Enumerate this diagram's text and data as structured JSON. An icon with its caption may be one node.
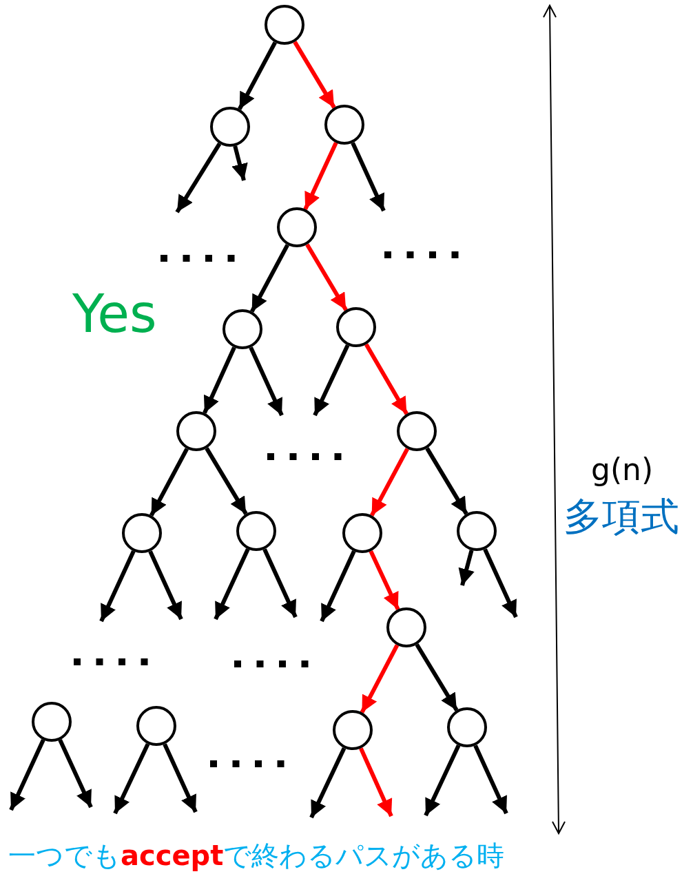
{
  "diagram": {
    "caption": "一つでも**accept**で終わるパスがある時",
    "nodes": [
      {
        "text": [],
        "shape": "circle"
      },
      {
        "text": [],
        "shape": "circle"
      },
      {
        "text": [],
        "shape": "circle"
      },
      {
        "text": [],
        "shape": "circle"
      },
      {
        "text": [],
        "shape": "circle"
      },
      {
        "text": [],
        "shape": "circle"
      },
      {
        "text": [],
        "shape": "circle"
      },
      {
        "text": [],
        "shape": "circle"
      },
      {
        "text": [],
        "shape": "circle"
      },
      {
        "text": [],
        "shape": "circle"
      },
      {
        "text": [],
        "shape": "circle"
      },
      {
        "text": [],
        "shape": "circle"
      },
      {
        "text": [],
        "shape": "circle"
      },
      {
        "text": [],
        "shape": "circle"
      },
      {
        "text": [],
        "shape": "circle"
      },
      {
        "text": [],
        "shape": "circle"
      },
      {
        "text": [],
        "shape": "circle"
      }
    ],
    "edges": [
      {
        "from": 0,
        "to": 1,
        "arrow": "to"
      },
      {
        "from": 0,
        "to": 2,
        "arrow": "to",
        "color": "#ff0000"
      },
      {
        "from": 1,
        "to": null,
        "arrow": "to"
      },
      {
        "from": 1,
        "to": null,
        "arrow": "to"
      },
      {
        "from": 2,
        "to": 3,
        "arrow": "to",
        "color": "#ff0000"
      },
      {
        "from": 2,
        "to": null,
        "arrow": "to"
      },
      {
        "from": 3,
        "to": 4,
        "arrow": "to"
      },
      {
        "from": 3,
        "to": 5,
        "arrow": "to",
        "color": "#ff0000"
      },
      {
        "from": 4,
        "to": 6,
        "arrow": "to"
      },
      {
        "from": 4,
        "to": null,
        "arrow": "to"
      },
      {
        "from": 5,
        "to": null,
        "arrow": "to"
      },
      {
        "from": 5,
        "to": 7,
        "arrow": "to",
        "color": "#ff0000"
      },
      {
        "from": 6,
        "to": 8,
        "arrow": "to"
      },
      {
        "from": 6,
        "to": 9,
        "arrow": "to"
      },
      {
        "from": 7,
        "to": 10,
        "arrow": "to",
        "color": "#ff0000"
      },
      {
        "from": 7,
        "to": 11,
        "arrow": "to"
      },
      {
        "from": 8,
        "to": null,
        "arrow": "to"
      },
      {
        "from": 8,
        "to": null,
        "arrow": "to"
      },
      {
        "from": 9,
        "to": null,
        "arrow": "to"
      },
      {
        "from": 9,
        "to": null,
        "arrow": "to"
      },
      {
        "from": 10,
        "to": null,
        "arrow": "to"
      },
      {
        "from": 10,
        "to": 12,
        "arrow": "to",
        "color": "#ff0000"
      },
      {
        "from": 11,
        "to": null,
        "arrow": "to"
      },
      {
        "from": 11,
        "to": null,
        "arrow": "to"
      },
      {
        "from": 12,
        "to": 15,
        "arrow": "to",
        "color": "#ff0000"
      },
      {
        "from": 12,
        "to": 16,
        "arrow": "to"
      },
      {
        "from": 13,
        "to": null,
        "arrow": "to"
      },
      {
        "from": 13,
        "to": null,
        "arrow": "to"
      },
      {
        "from": 14,
        "to": null,
        "arrow": "to"
      },
      {
        "from": 14,
        "to": null,
        "arrow": "to"
      },
      {
        "from": 15,
        "to": null,
        "arrow": "to"
      },
      {
        "from": 15,
        "to": null,
        "arrow": "to",
        "color": "#ff0000"
      },
      {
        "from": 16,
        "to": null,
        "arrow": "to"
      },
      {
        "from": 16,
        "to": null,
        "arrow": "to"
      }
    ],
    "labels": [
      "Yes",
      "g(n)",
      "多項式"
    ]
  }
}
